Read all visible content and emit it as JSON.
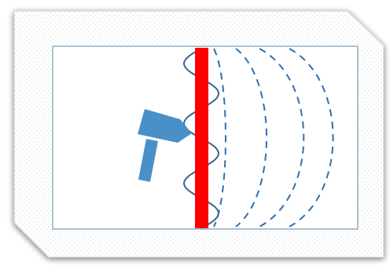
{
  "diagram": {
    "description_labels": {
      "card": "framed-card",
      "inner_frame": "diagram-frame",
      "hammer": "hammer",
      "plate": "vibrating-plate",
      "waves": "sound-waves"
    },
    "colors": {
      "card_fill": "#ffffff",
      "card_shadow": "#b9b9b9",
      "card_dots": "#d7dcdf",
      "frame_stroke": "#8fb0c4",
      "frame_fill": "#ffffff",
      "hammer_fill": "#4a90c8",
      "plate_fill": "#ff0000",
      "wave_stroke": "#2f6fb0",
      "vibration_stroke": "#3a6590"
    },
    "wave_count": 4,
    "vibration_cycles": 3
  }
}
